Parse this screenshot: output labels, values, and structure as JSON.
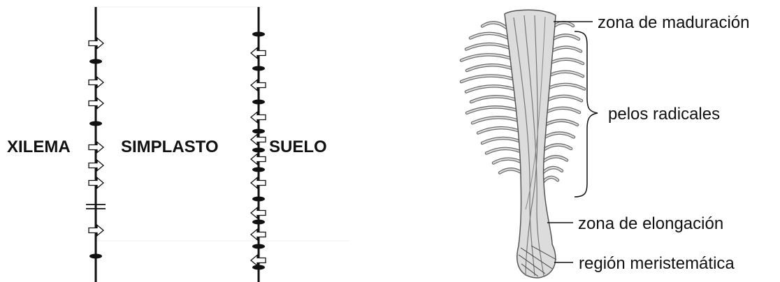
{
  "left_diagram": {
    "labels": {
      "xilema": "XILEMA",
      "simplasto": "SIMPLASTO",
      "suelo": "SUELO"
    },
    "left_membrane": {
      "sequence": [
        "arrow-right",
        "seal",
        "arrow-right",
        "arrow-right",
        "seal",
        "arrow-right",
        "arrow-right",
        "arrow-right",
        "double-bar",
        "arrow-right",
        "seal"
      ]
    },
    "right_membrane": {
      "sequence": [
        "seal",
        "arrow-left",
        "seal",
        "arrow-left",
        "seal",
        "arrow-left",
        "seal",
        "arrow-left",
        "seal",
        "arrow-left",
        "seal",
        "arrow-left",
        "seal",
        "arrow-left",
        "seal",
        "arrow-left",
        "seal",
        "arrow-left",
        "seal"
      ]
    }
  },
  "root_diagram": {
    "labels": {
      "maduracion": "zona de maduración",
      "pelos": "pelos radicales",
      "elongacion": "zona de elongación",
      "meristematica": "región meristemática"
    }
  },
  "colors": {
    "ink": "#111111",
    "root_fill": "#d8d8d8",
    "root_stroke": "#555555"
  }
}
